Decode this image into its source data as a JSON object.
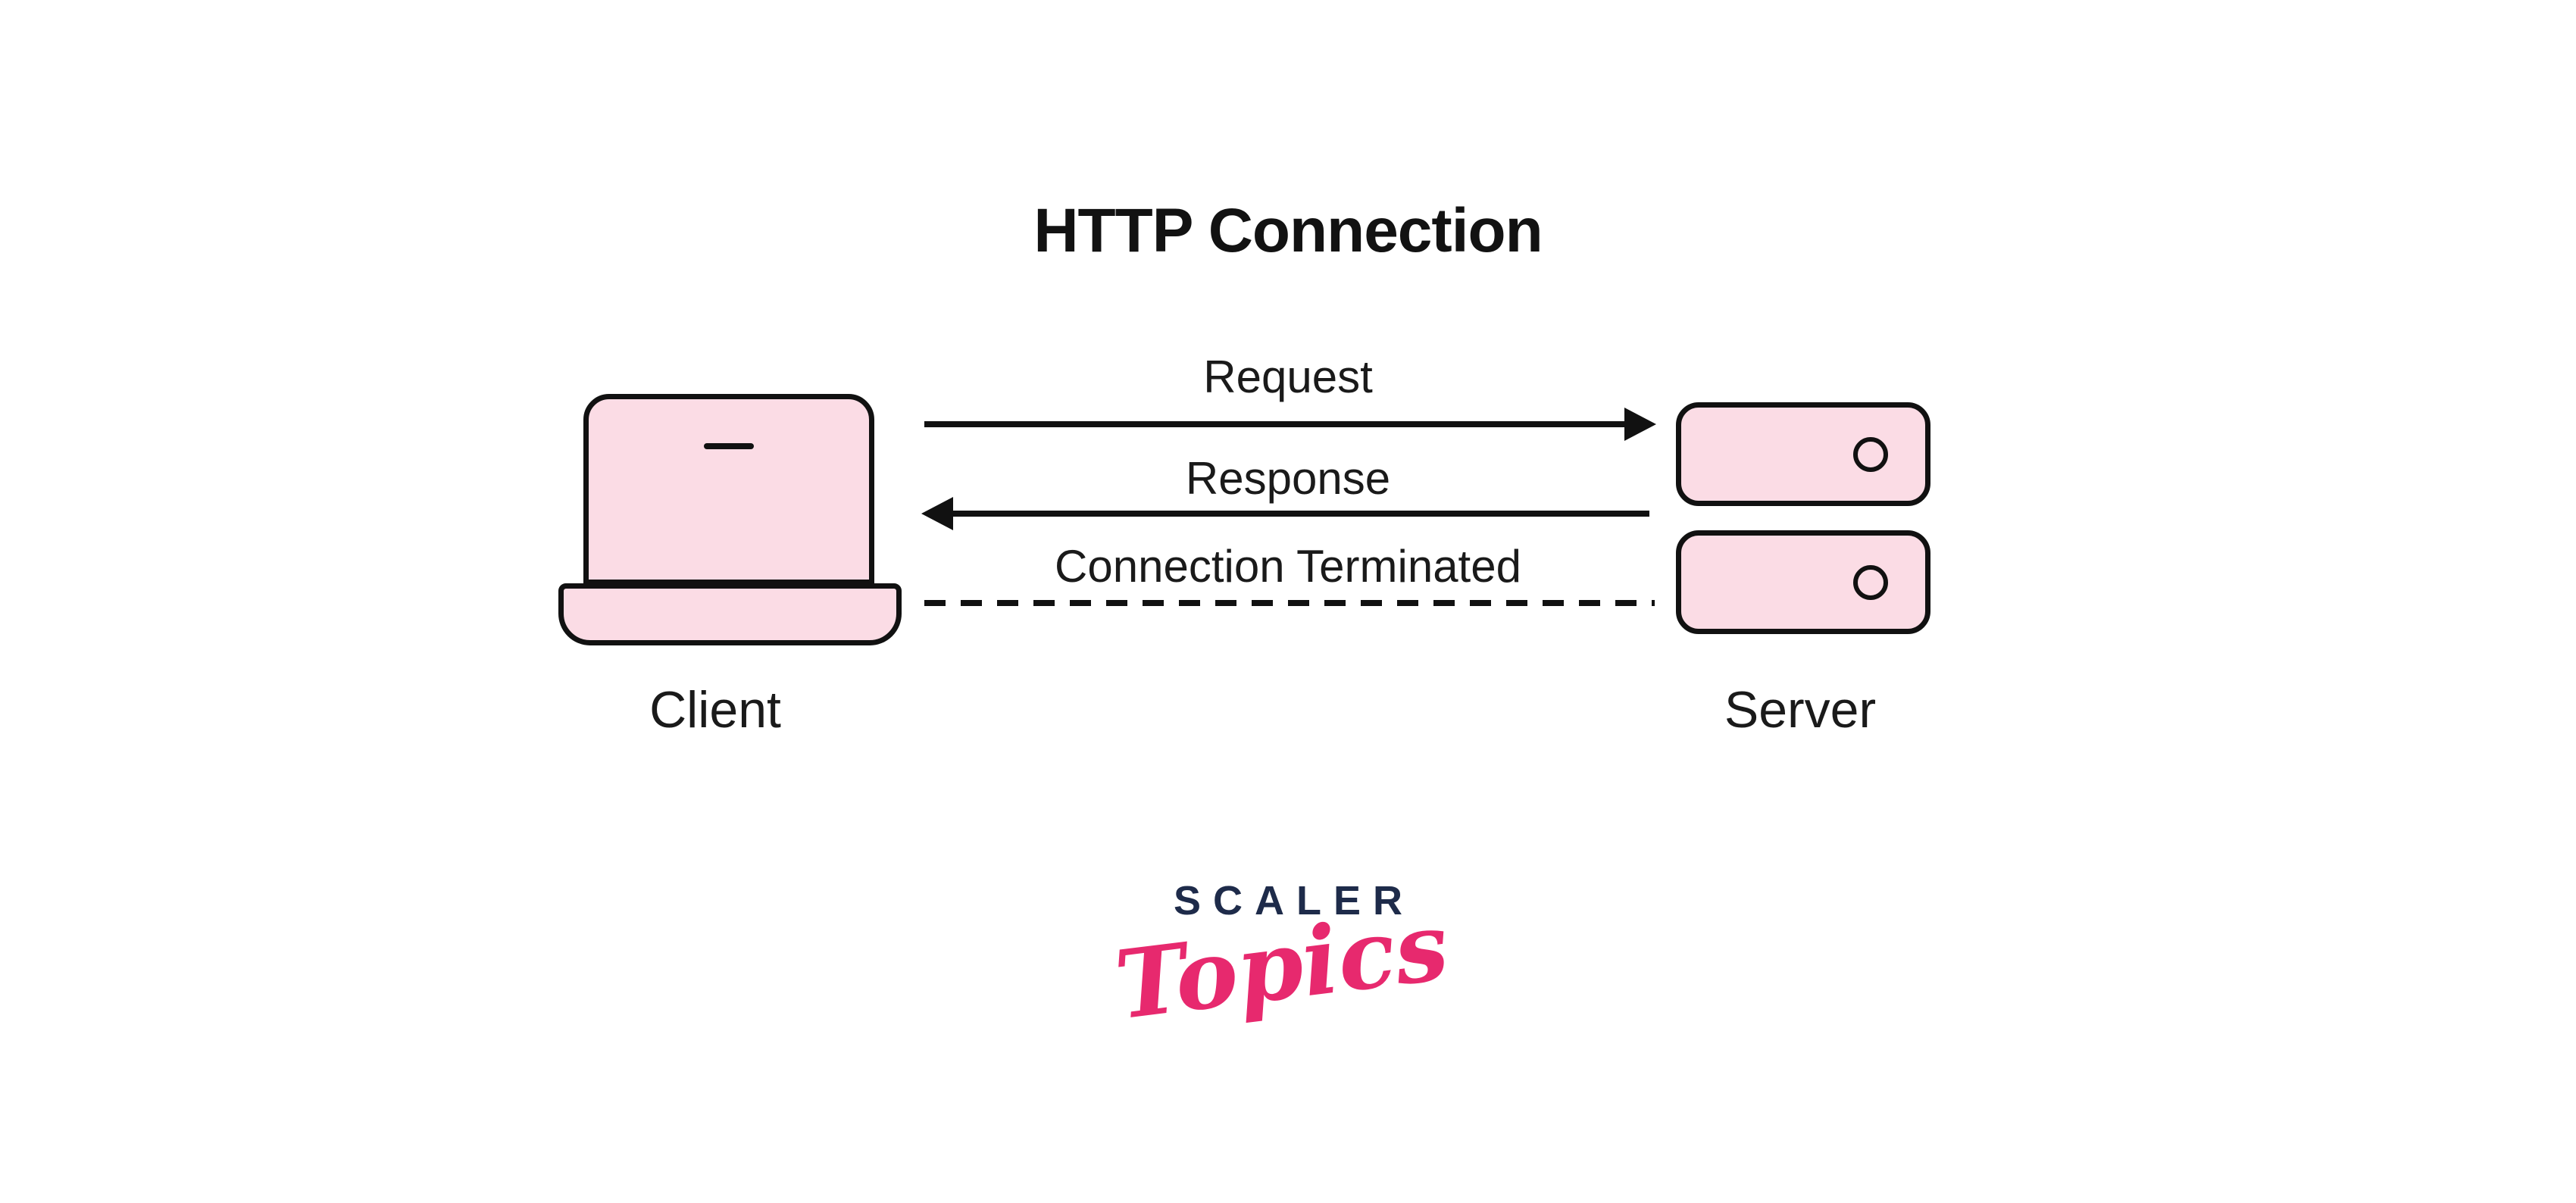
{
  "title": "HTTP Connection",
  "client": {
    "label": "Client",
    "icon": "laptop-icon"
  },
  "server": {
    "label": "Server",
    "icon": "server-stack-icon",
    "units": 2
  },
  "messages": [
    {
      "label": "Request",
      "from": "client",
      "to": "server",
      "line_style": "solid",
      "arrow": "right"
    },
    {
      "label": "Response",
      "from": "server",
      "to": "client",
      "line_style": "solid",
      "arrow": "left"
    },
    {
      "label": "Connection Terminated",
      "from": "client",
      "to": "server",
      "line_style": "dashed",
      "arrow": "none"
    }
  ],
  "logo": {
    "top": "SCALER",
    "bottom": "Topics"
  },
  "colors": {
    "background": "#ffffff",
    "shape_fill": "#fbdce5",
    "shape_stroke": "#111111",
    "text": "#1a1a1a",
    "logo_navy": "#1e2b4a",
    "logo_pink": "#e7296e"
  }
}
